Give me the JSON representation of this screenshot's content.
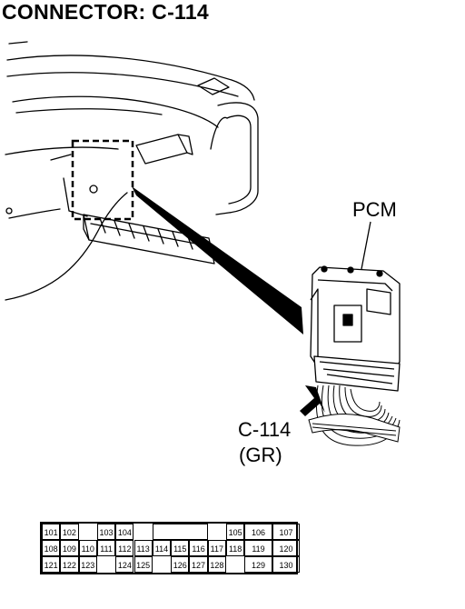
{
  "title": "CONNECTOR: C-114",
  "labels": {
    "component": "PCM",
    "connector": "C-114",
    "color": "(GR)"
  },
  "pins": {
    "row1": [
      "101",
      "102",
      "103",
      "104",
      "105",
      "106",
      "107"
    ],
    "row2": [
      "108",
      "109",
      "110",
      "111",
      "112",
      "113",
      "114",
      "115",
      "116",
      "117",
      "118",
      "119",
      "120"
    ],
    "row3": [
      "121",
      "122",
      "123",
      "124",
      "125",
      "126",
      "127",
      "128",
      "129",
      "130"
    ]
  }
}
